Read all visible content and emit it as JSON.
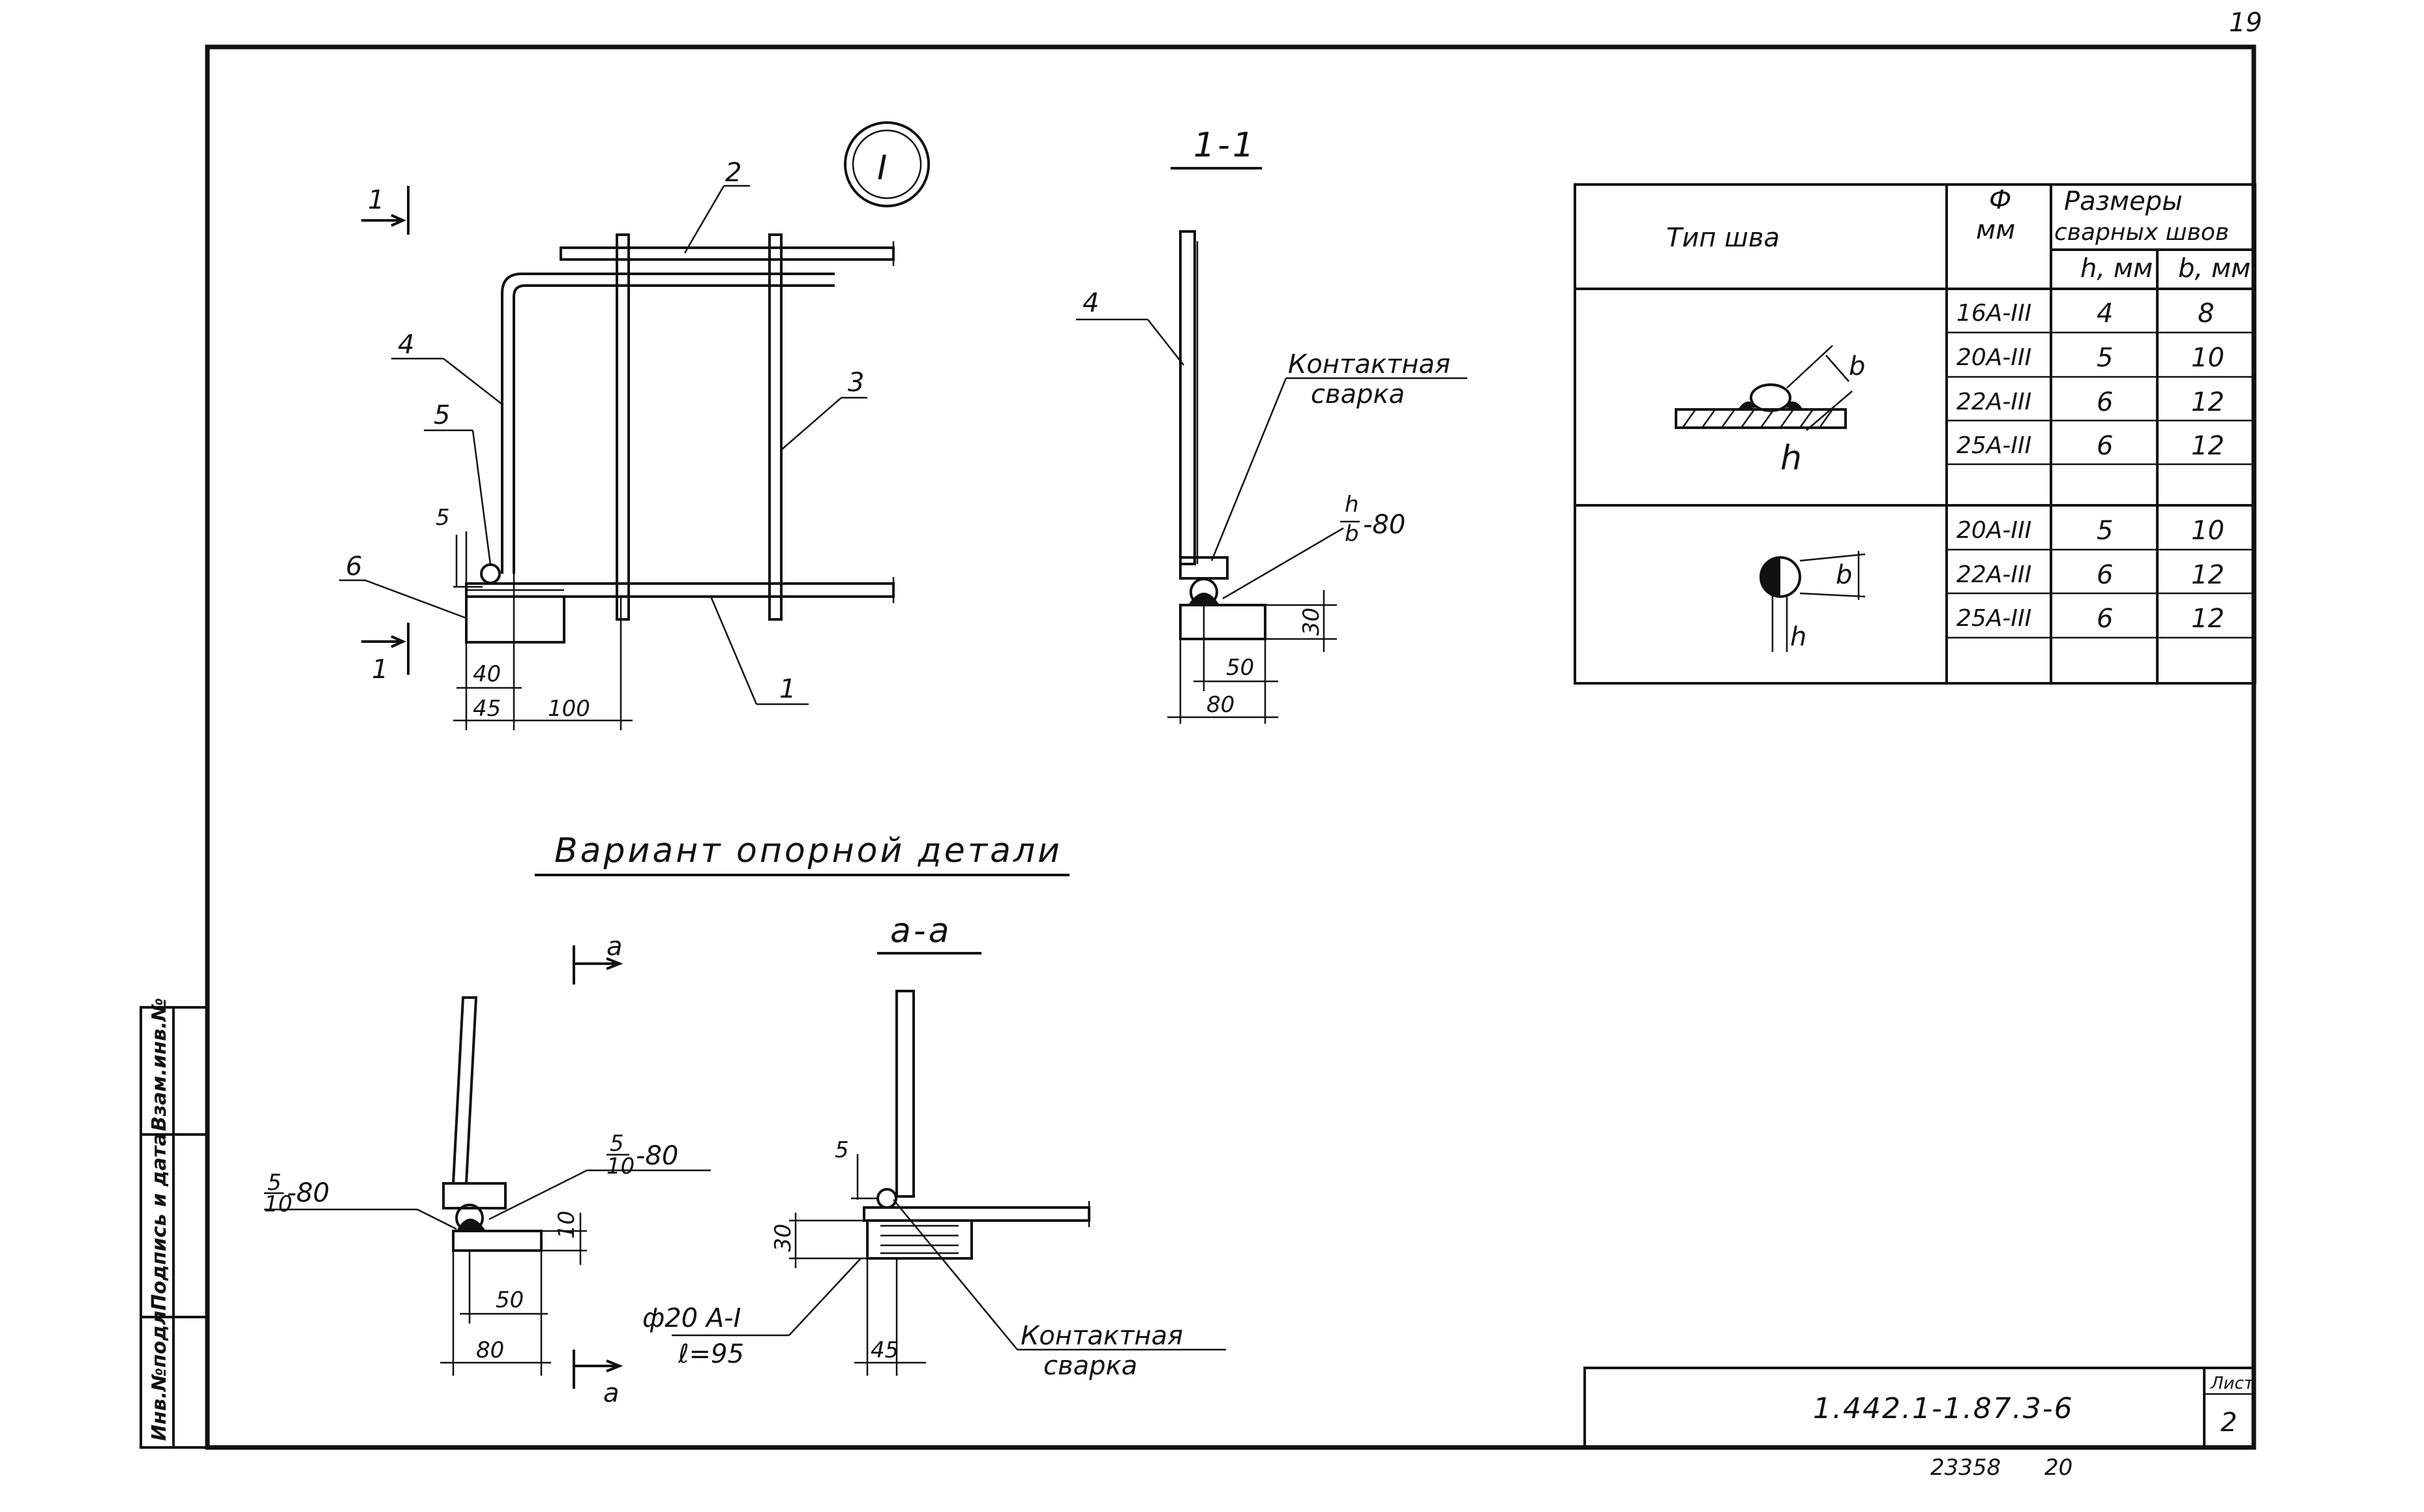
{
  "sheet": {
    "page_number": "19",
    "footer_number": "23358",
    "footer_copy": "20",
    "document_code": "1.442.1-1.87.3-6",
    "sheet_label": "Лист",
    "sheet_number": "2"
  },
  "side_stamp": [
    "Инв.№подл.",
    "Подпись и дата",
    "Взам.инв.№"
  ],
  "detail": {
    "marker": "I",
    "section_mark": "1",
    "positions": [
      "1",
      "2",
      "3",
      "4",
      "5",
      "6"
    ],
    "dims": {
      "d5": "5",
      "d40": "40",
      "d45": "45",
      "d100": "100"
    }
  },
  "section_11": {
    "title": "1-1",
    "pos": "4",
    "weld_label_1": "Контактная",
    "weld_label_2": "сварка",
    "weld_mark_num": "h",
    "weld_mark_den": "b",
    "weld_mark_len": "-80",
    "dims": {
      "d30": "30",
      "d50": "50",
      "d80": "80"
    }
  },
  "variant": {
    "title": "Вариант опорной детали",
    "section_mark": "a",
    "section_title": "а-а",
    "left_weld_num": "5",
    "left_weld_den": "10",
    "left_weld_len": "-80",
    "dims": {
      "d10": "10",
      "d50": "50",
      "d80": "80",
      "d5": "5",
      "d30": "30",
      "d45": "45"
    },
    "rod_label": "ф20 А-I",
    "rod_length": "ℓ=95",
    "weld_label_1": "Контактная",
    "weld_label_2": "сварка"
  },
  "table": {
    "col_type": "Тип шва",
    "col_phi_1": "Ф",
    "col_phi_2": "мм",
    "col_size_1": "Размеры",
    "col_size_2": "сварных швов",
    "col_h": "h, мм",
    "col_b": "b, мм",
    "group1": [
      {
        "phi": "16А-III",
        "h": "4",
        "b": "8"
      },
      {
        "phi": "20А-III",
        "h": "5",
        "b": "10"
      },
      {
        "phi": "22А-III",
        "h": "6",
        "b": "12"
      },
      {
        "phi": "25А-III",
        "h": "6",
        "b": "12"
      }
    ],
    "group2": [
      {
        "phi": "20А-III",
        "h": "5",
        "b": "10"
      },
      {
        "phi": "22А-III",
        "h": "6",
        "b": "12"
      },
      {
        "phi": "25А-III",
        "h": "6",
        "b": "12"
      }
    ],
    "sketch_b": "b",
    "sketch_h": "h"
  }
}
